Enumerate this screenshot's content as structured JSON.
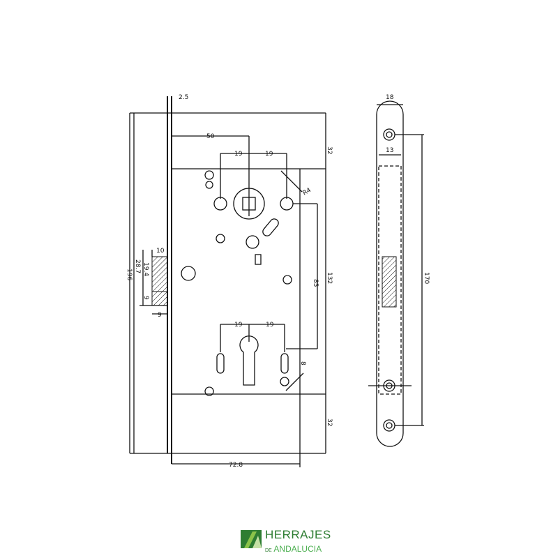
{
  "dimensions": {
    "faceplate_thickness": "2.5",
    "backset": "50",
    "follower_left": "19",
    "follower_right": "19",
    "top_margin": "32",
    "radius": "R4",
    "handle_to_cylinder": "85",
    "body_height": "132",
    "total_height": "196",
    "latch_total": "28.7",
    "latch_upper": "19.4",
    "latch_projection": "10",
    "latch_lower": "9",
    "latch_lower_projection": "9",
    "cylinder_left": "19",
    "cylinder_right": "19",
    "cylinder_offset": "8",
    "bottom_margin": "32",
    "body_depth": "72.8",
    "strike_width": "18",
    "strike_inner_width": "13",
    "strike_hole_distance": "170"
  },
  "logo": {
    "line1": "HERRAJES",
    "prefix": "DE",
    "line2": "ANDALUCIA",
    "colors": [
      "#2e7d32",
      "#8bc34a"
    ]
  }
}
